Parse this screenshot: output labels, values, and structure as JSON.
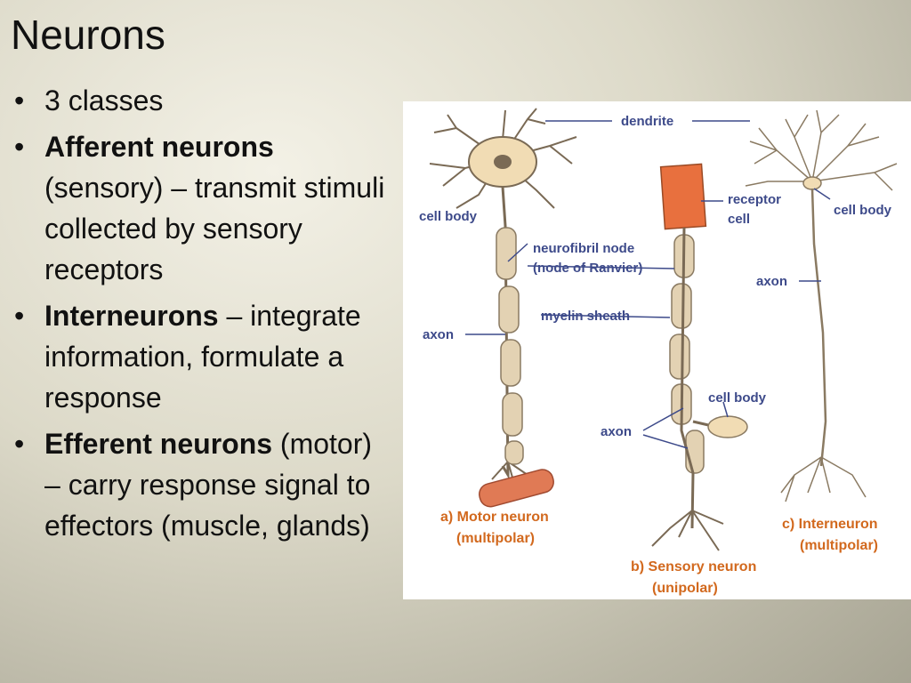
{
  "slide": {
    "title": "Neurons",
    "bullets": [
      {
        "bold": "",
        "text": "3 classes"
      },
      {
        "bold": "Afferent neurons",
        "text": " (sensory) – transmit stimuli collected by sensory receptors"
      },
      {
        "bold": "Interneurons",
        "text": " – integrate information, formulate a response"
      },
      {
        "bold": "Efferent neurons",
        "text": " (motor) – carry response signal to effectors (muscle, glands)"
      }
    ]
  },
  "diagram": {
    "labels": {
      "dendrite": "dendrite",
      "cell_body_left": "cell body",
      "receptor_line1": "receptor",
      "receptor_line2": "cell",
      "cell_body_right": "cell body",
      "node_line1": "neurofibril node",
      "node_line2": "(node of Ranvier)",
      "axon_right": "axon",
      "myelin": "myelin sheath",
      "axon_left": "axon",
      "cell_body_mid": "cell body",
      "axon_mid": "axon"
    },
    "captions": {
      "motor_line1": "a) Motor neuron",
      "motor_line2": "(multipolar)",
      "sensory_line1": "b) Sensory neuron",
      "sensory_line2": "(unipolar)",
      "inter_line1": "c) Interneuron",
      "inter_line2": "(multipolar)"
    }
  }
}
